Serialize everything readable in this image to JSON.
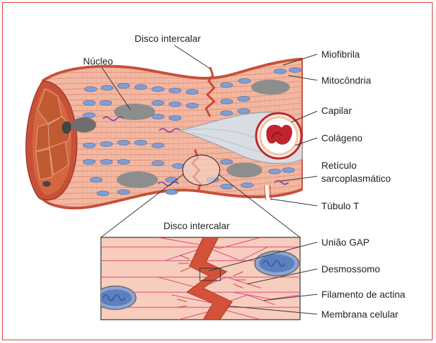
{
  "labels": {
    "disco_top": "Disco intercalar",
    "nucleo": "Núcleo",
    "miofibrila": "Miofibrila",
    "mitocondria": "Mitocôndria",
    "capilar": "Capilar",
    "colageno": "Colágeno",
    "reticulo_1": "Retículo",
    "reticulo_2": "sarcoplasmático",
    "tubulo": "Túbulo T",
    "disco_inset": "Disco intercalar",
    "uniao_gap": "União GAP",
    "desmossomo": "Desmossomo",
    "filamento": "Filamento de actina",
    "membrana": "Membrana celular"
  },
  "colors": {
    "frame": "#e03a2f",
    "fiber": "#f2b8a2",
    "fiber_dark": "#c8503a",
    "disc": "#c94a36",
    "nucleus": "#8d8d8d",
    "mitochondria": "#5b7fbf",
    "collagen": "#d9dde3",
    "blood_cell": "#c0242c",
    "inset_bg": "#f7cdbd",
    "actin": "#e0457a"
  }
}
